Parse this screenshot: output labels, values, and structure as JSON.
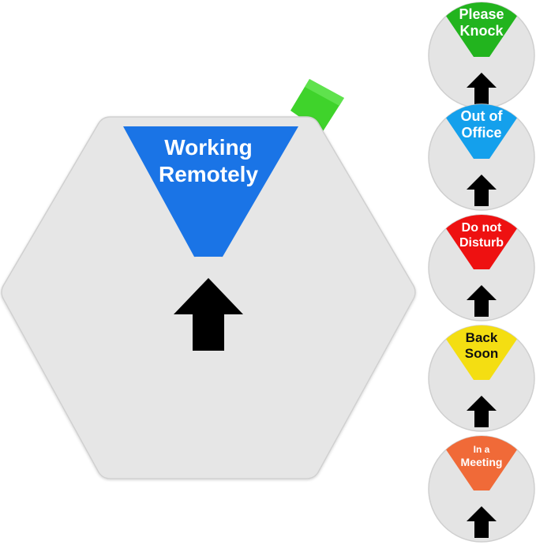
{
  "main_sign": {
    "status_lines": [
      "Working",
      "Remotely"
    ],
    "status_color": "#1a74e6",
    "tab_color": "#3fd32b",
    "body_color": "#e6e6e6",
    "arrow_color": "#000000",
    "arrow_icon": "arrow-up-icon"
  },
  "variants": [
    {
      "lines": [
        "Please",
        "Knock"
      ],
      "color": "#22b41e",
      "text_color": "#ffffff"
    },
    {
      "lines": [
        "Out of",
        "Office"
      ],
      "color": "#14a0ec",
      "text_color": "#ffffff"
    },
    {
      "lines": [
        "Do not",
        "Disturb"
      ],
      "color": "#ee1111",
      "text_color": "#ffffff"
    },
    {
      "lines": [
        "Back",
        "Soon"
      ],
      "color": "#f4de12",
      "text_color": "#111111"
    },
    {
      "lines": [
        "In a",
        "Meeting"
      ],
      "color": "#f06a38",
      "text_color": "#ffffff"
    }
  ]
}
